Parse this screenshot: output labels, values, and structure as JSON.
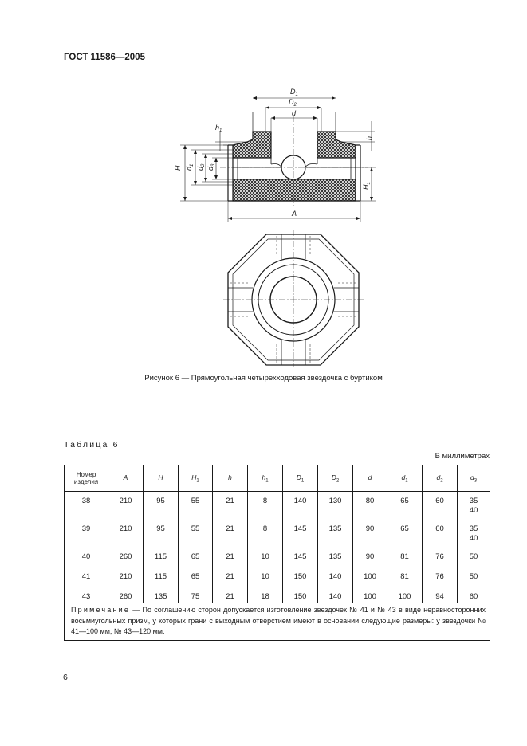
{
  "header": {
    "standard": "ГОСТ 11586—2005"
  },
  "figure": {
    "caption": "Рисунок 6 — Прямоугольная четырехходовая звездочка с буртиком",
    "labels": {
      "D1": "D",
      "D1_sub": "1",
      "D2": "D",
      "D2_sub": "2",
      "d": "d",
      "h1": "h",
      "h1_sub": "1",
      "h": "h",
      "H": "H",
      "d1": "d",
      "d1_sub": "1",
      "d2": "d",
      "d2_sub": "2",
      "d3": "d",
      "d3_sub": "3",
      "H1": "H",
      "H1_sub": "1",
      "A": "A"
    }
  },
  "table": {
    "label": "Таблица 6",
    "units": "В миллиметрах",
    "header_item_line1": "Номер",
    "header_item_line2": "изделия",
    "headers": [
      {
        "t": "A",
        "s": ""
      },
      {
        "t": "H",
        "s": ""
      },
      {
        "t": "H",
        "s": "1"
      },
      {
        "t": "h",
        "s": ""
      },
      {
        "t": "h",
        "s": "1"
      },
      {
        "t": "D",
        "s": "1"
      },
      {
        "t": "D",
        "s": "2"
      },
      {
        "t": "d",
        "s": ""
      },
      {
        "t": "d",
        "s": "1"
      },
      {
        "t": "d",
        "s": "2"
      },
      {
        "t": "d",
        "s": "3"
      }
    ],
    "rows": [
      {
        "item": "38",
        "A": "210",
        "H": "95",
        "H1": "55",
        "h": "21",
        "h1": "8",
        "D1": "140",
        "D2": "130",
        "d": "80",
        "d1": "65",
        "d2": "60",
        "d3a": "35",
        "d3b": "40"
      },
      {
        "item": "39",
        "A": "210",
        "H": "95",
        "H1": "55",
        "h": "21",
        "h1": "8",
        "D1": "145",
        "D2": "135",
        "d": "90",
        "d1": "65",
        "d2": "60",
        "d3a": "35",
        "d3b": "40"
      },
      {
        "item": "40",
        "A": "260",
        "H": "115",
        "H1": "65",
        "h": "21",
        "h1": "10",
        "D1": "145",
        "D2": "135",
        "d": "90",
        "d1": "81",
        "d2": "76",
        "d3a": "50",
        "d3b": ""
      },
      {
        "item": "41",
        "A": "210",
        "H": "115",
        "H1": "65",
        "h": "21",
        "h1": "10",
        "D1": "150",
        "D2": "140",
        "d": "100",
        "d1": "81",
        "d2": "76",
        "d3a": "50",
        "d3b": ""
      },
      {
        "item": "43",
        "A": "260",
        "H": "135",
        "H1": "75",
        "h": "21",
        "h1": "18",
        "D1": "150",
        "D2": "140",
        "d": "100",
        "d1": "100",
        "d2": "94",
        "d3a": "60",
        "d3b": ""
      }
    ],
    "note_label": "Примечание",
    "note_text": " — По соглашению сторон допускается изготовление звездочек № 41 и № 43 в виде неравносторонних восьмиугольных призм, у которых грани с выходным отверстием имеют в основании следующие размеры: у звездочки № 41—100 мм, № 43—120 мм."
  },
  "page": {
    "number": "6"
  }
}
